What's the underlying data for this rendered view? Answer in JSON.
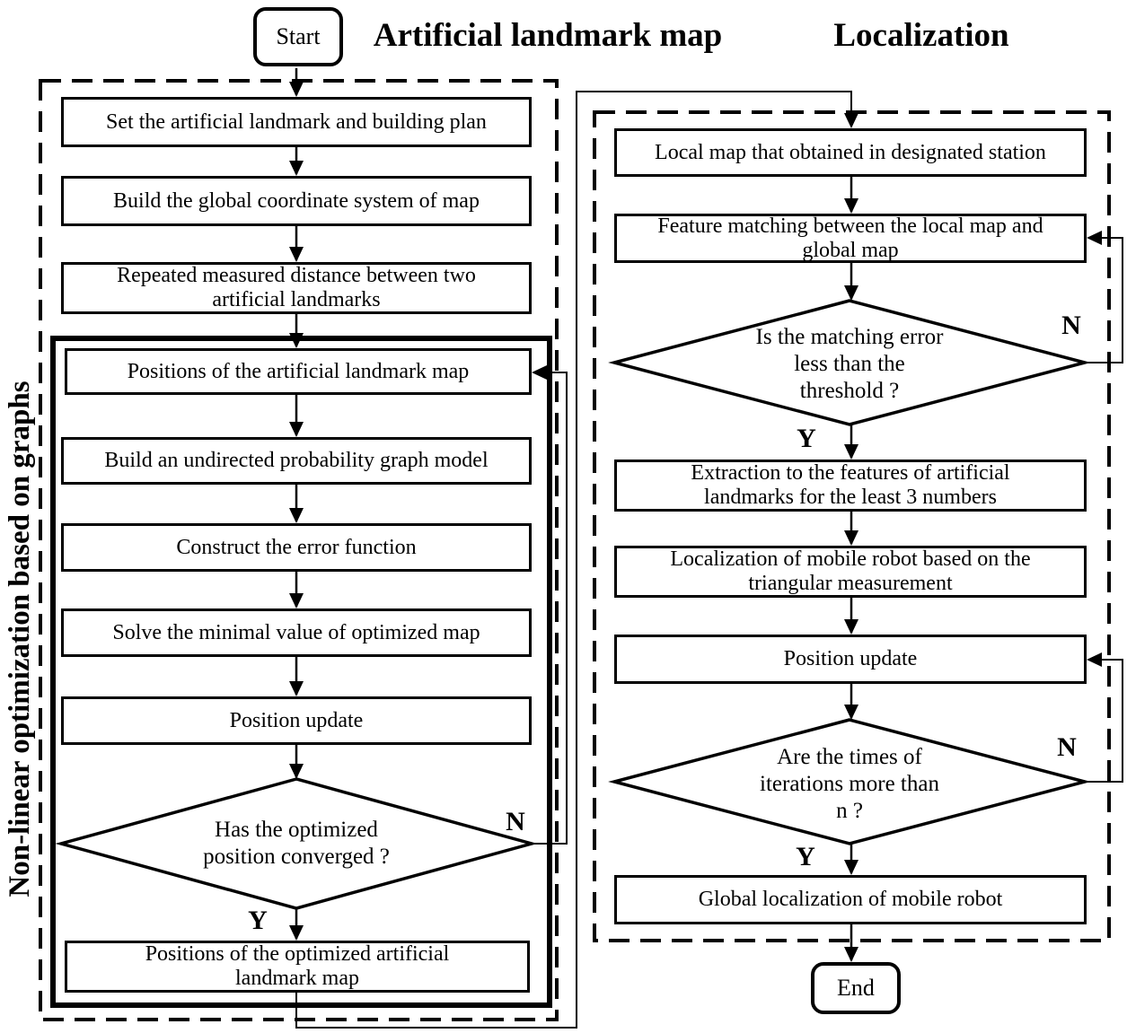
{
  "figure": {
    "title_left": "Artificial landmark map",
    "title_right": "Localization",
    "start_label": "Start",
    "end_label": "End",
    "left_group_label": "Non-linear optimization based on graphs",
    "yes_label": "Y",
    "no_label": "N"
  },
  "left_flow": {
    "steps": [
      "Set the artificial landmark and building plan",
      "Build the global coordinate system of map",
      "Repeated measured distance between two\nartificial landmarks",
      "Positions of the artificial landmark map",
      "Build an undirected probability graph model",
      "Construct the error function",
      "Solve the minimal value of optimized map",
      "Position update",
      "Positions of the optimized artificial\nlandmark map"
    ],
    "decision": "Has the optimized\nposition converged ?"
  },
  "right_flow": {
    "steps": [
      "Local map that obtained in designated station",
      "Feature matching between the local map and\nglobal map",
      "Extraction to the features of artificial\nlandmarks for the least 3 numbers",
      "Localization of mobile robot based on the\ntriangular measurement",
      "Position update",
      "Global localization of mobile robot"
    ],
    "decisions": [
      "Is the matching error\nless than the\nthreshold ?",
      "Are the times of\niterations more than\nn ?"
    ]
  },
  "colors": {
    "ink": "#000000",
    "background": "#ffffff"
  }
}
